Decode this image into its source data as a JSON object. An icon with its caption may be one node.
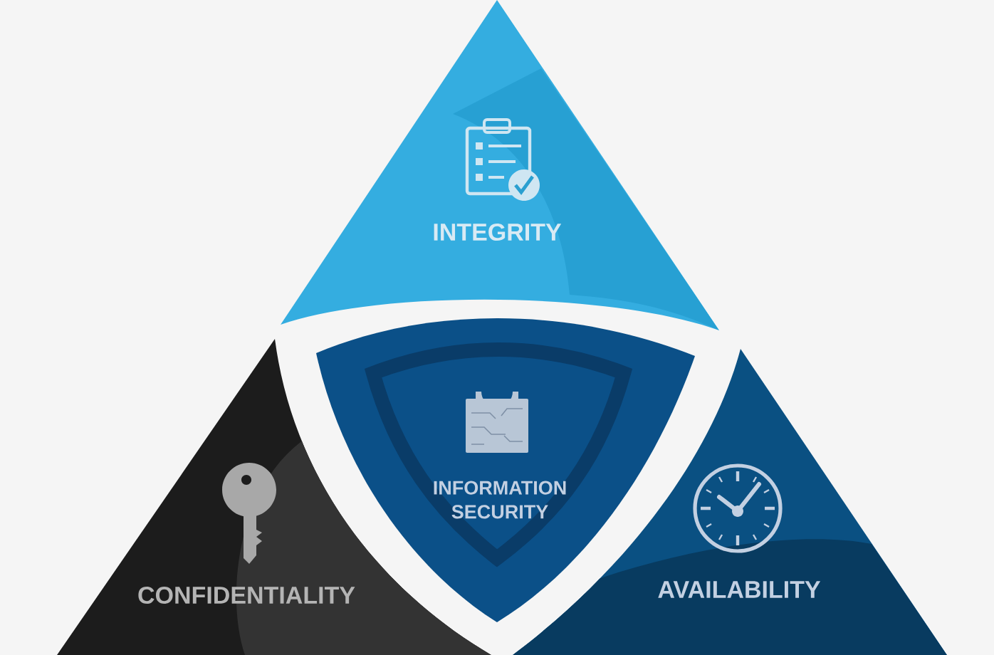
{
  "diagram": {
    "nodes": [
      {
        "text": [
          "INTEGRITY"
        ]
      },
      {
        "text": [
          "CONFIDENTIALITY"
        ]
      },
      {
        "text": [
          "INFORMATION SECURITY"
        ]
      },
      {
        "text": [
          "AVAILABILITY"
        ]
      }
    ]
  }
}
